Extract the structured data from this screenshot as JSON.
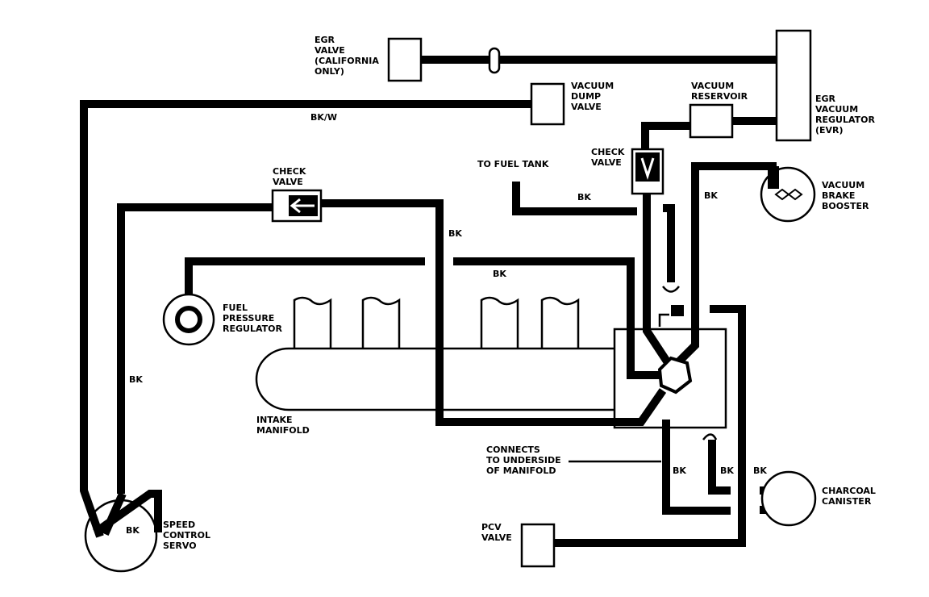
{
  "components": {
    "egr_valve": [
      "EGR",
      "VALVE",
      "(CALIFORNIA",
      "ONLY)"
    ],
    "vacuum_dump_valve": [
      "VACUUM",
      "DUMP",
      "VALVE"
    ],
    "vacuum_reservoir": [
      "VACUUM",
      "RESERVOIR"
    ],
    "egr_vacuum_regulator": [
      "EGR",
      "VACUUM",
      "REGULATOR",
      "(EVR)"
    ],
    "check_valve_right": [
      "CHECK",
      "VALVE"
    ],
    "check_valve_left": [
      "CHECK",
      "VALVE"
    ],
    "to_fuel_tank": "TO FUEL TANK",
    "vacuum_brake_booster": [
      "VACUUM",
      "BRAKE",
      "BOOSTER"
    ],
    "fuel_pressure_regulator": [
      "FUEL",
      "PRESSURE",
      "REGULATOR"
    ],
    "intake_manifold": [
      "INTAKE",
      "MANIFOLD"
    ],
    "connects_note": [
      "CONNECTS",
      "TO UNDERSIDE",
      "OF MANIFOLD"
    ],
    "charcoal_canister": [
      "CHARCOAL",
      "CANISTER"
    ],
    "pcv_valve": [
      "PCV",
      "VALVE"
    ],
    "speed_control_servo": [
      "SPEED",
      "CONTROL",
      "SERVO"
    ]
  },
  "hose_labels": {
    "bkw": "BK/W",
    "bk_fuel_tank": "BK",
    "bk_booster": "BK",
    "bk_center_vertical": "BK",
    "bk_manifold_top": "BK",
    "bk_left_vertical": "BK",
    "bk_servo": "BK",
    "bk_lower_1": "BK",
    "bk_lower_2": "BK",
    "bk_lower_3": "BK"
  }
}
